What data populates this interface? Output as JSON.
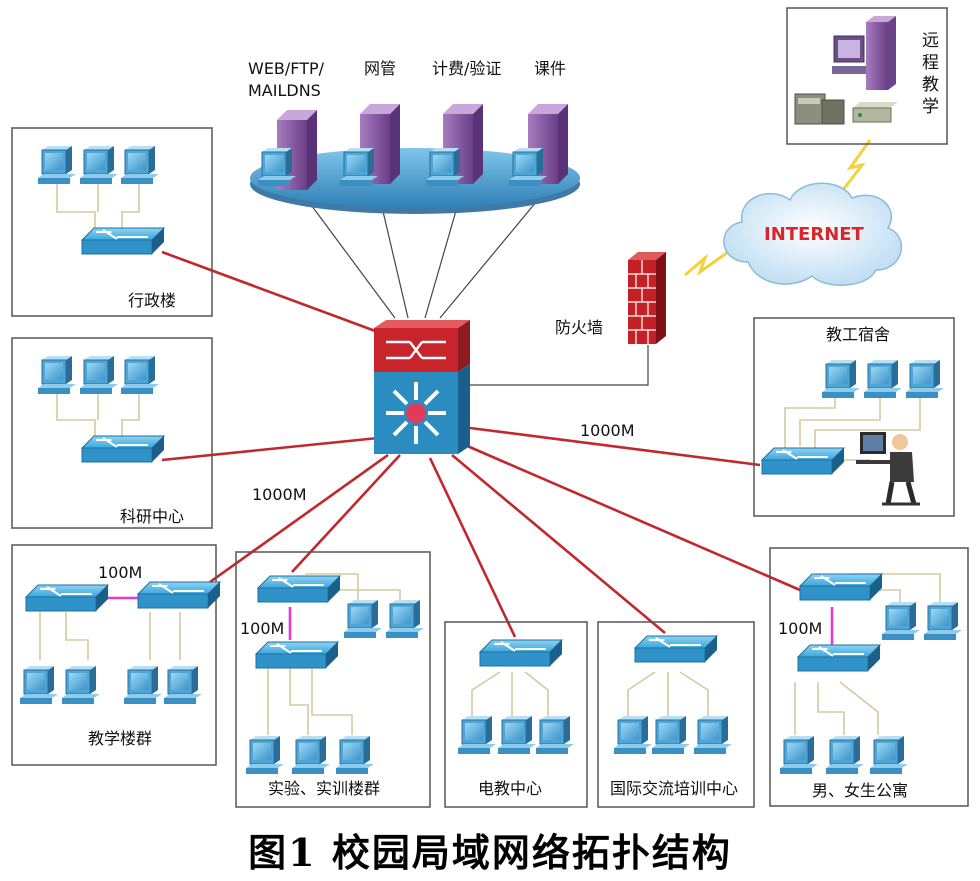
{
  "servers": {
    "web": "WEB/FTP/",
    "web_line2": "MAILDNS",
    "netmgmt": "网管",
    "billing": "计费/验证",
    "courseware": "课件"
  },
  "remote": {
    "label": "远程教学"
  },
  "internet": {
    "label": "INTERNET"
  },
  "firewall": {
    "label": "防火墙"
  },
  "buildings": {
    "admin": "行政楼",
    "research": "科研中心",
    "teaching": "教学楼群",
    "lab": "实验、实训楼群",
    "e_teaching": "电教中心",
    "intl": "国际交流培训中心",
    "dorm": "男、女生公寓",
    "staff": "教工宿舍"
  },
  "speeds": {
    "gig_right": "1000M",
    "gig_left": "1000M",
    "fast_teaching": "100M",
    "fast_lab": "100M",
    "fast_dorm": "100M"
  },
  "caption": "图1  校园局域网络拓扑结构",
  "colors": {
    "backbone": "#c1272d",
    "fast_link": "#e23bd3",
    "switch": "#2f93c9",
    "server": "#8a5aa0",
    "firewall": "#c8242b",
    "cloud": "#cfe6f6",
    "wire": "#d6c9a0"
  },
  "icons": {
    "computer": "computer-icon",
    "switch": "switch-icon",
    "server": "server-icon",
    "core_switch": "core-switch-icon",
    "firewall": "firewall-icon",
    "cloud": "cloud-icon",
    "lightning": "lightning-icon",
    "user": "user-icon"
  }
}
